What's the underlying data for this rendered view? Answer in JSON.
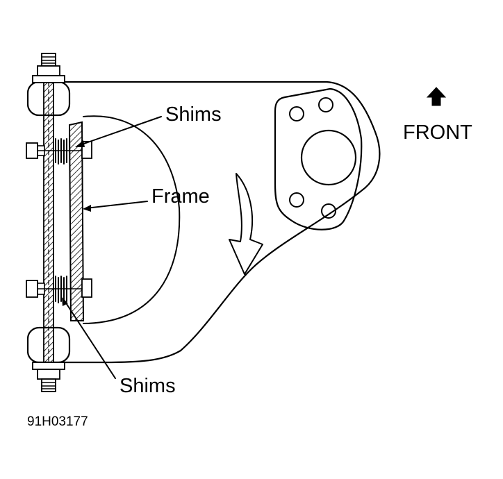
{
  "diagram": {
    "labels": {
      "shims_upper": "Shims",
      "frame": "Frame",
      "shims_lower": "Shims",
      "front": "FRONT",
      "figure_id": "91H03177"
    },
    "icons": {
      "direction_arrow": "arrow-up-icon",
      "rotation_arrow": "curved-arrow-icon"
    },
    "colors": {
      "line": "#000000",
      "background": "#ffffff"
    }
  }
}
